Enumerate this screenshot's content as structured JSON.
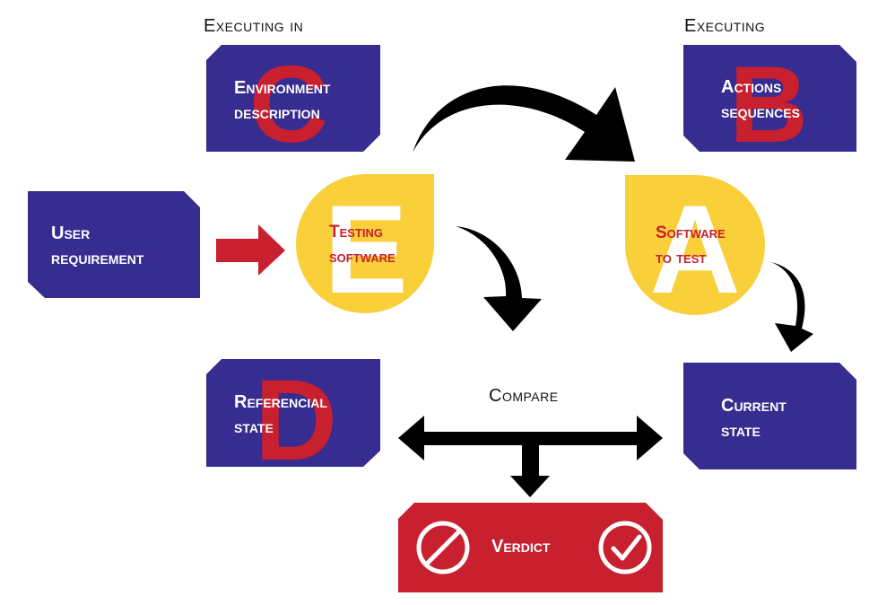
{
  "captions": {
    "executing_in": "Executing in",
    "executing": "Executing",
    "compare": "Compare"
  },
  "boxes": {
    "environment": {
      "letter": "C",
      "line1": "Environment",
      "line2": "description"
    },
    "actions": {
      "letter": "B",
      "line1": "Actions",
      "line2": "sequences"
    },
    "user": {
      "line1": "User",
      "line2": "requirement"
    },
    "referencial": {
      "letter": "D",
      "line1": "Referencial",
      "line2": "state"
    },
    "current": {
      "line1": "Current",
      "line2": "state"
    },
    "verdict": {
      "label": "Verdict"
    }
  },
  "circles": {
    "testing": {
      "letter": "E",
      "line1": "Testing",
      "line2": "software"
    },
    "software": {
      "letter": "A",
      "line1": "Software",
      "line2": "to test"
    }
  },
  "colors": {
    "box_blue": "#372c8f",
    "accent_red": "#c8202f",
    "circle_yellow": "#f9cf3a",
    "arrow_black": "#000000",
    "letter_white": "#ffffff"
  }
}
